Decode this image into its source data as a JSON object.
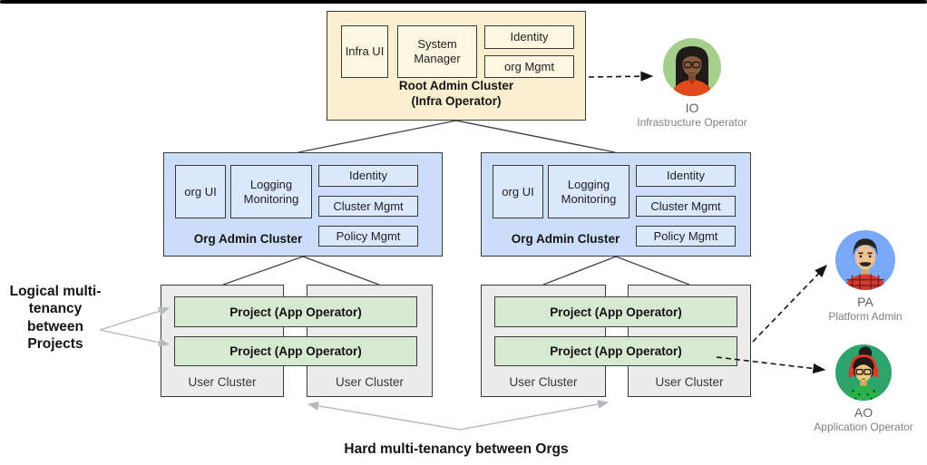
{
  "root_cluster": {
    "label": "Root Admin Cluster",
    "sublabel": "(Infra Operator)",
    "components": [
      "Infra UI",
      "System Manager",
      "Identity",
      "org Mgmt"
    ]
  },
  "org_clusters": [
    {
      "label": "Org Admin Cluster",
      "components": [
        "org UI",
        "Logging Monitoring",
        "Identity",
        "Cluster Mgmt",
        "Policy Mgmt"
      ]
    },
    {
      "label": "Org Admin Cluster",
      "components": [
        "org UI",
        "Logging Monitoring",
        "Identity",
        "Cluster Mgmt",
        "Policy Mgmt"
      ]
    }
  ],
  "user_groups": [
    {
      "projects": [
        "Project (App Operator)",
        "Project (App Operator)"
      ],
      "clusters": [
        "User Cluster",
        "User Cluster"
      ]
    },
    {
      "projects": [
        "Project (App Operator)",
        "Project  (App Operator)"
      ],
      "clusters": [
        "User Cluster",
        "User Cluster"
      ]
    }
  ],
  "annotations": {
    "left": "Logical multi-tenancy between Projects",
    "bottom": "Hard multi-tenancy between Orgs"
  },
  "personas": [
    {
      "initials": "IO",
      "role": "Infrastructure Operator"
    },
    {
      "initials": "PA",
      "role": "Platform Admin"
    },
    {
      "initials": "AO",
      "role": "Application Operator"
    }
  ],
  "colors": {
    "root_fill": "#FAEFCE",
    "root_component_fill": "#FDF6E0",
    "org_fill": "#CBDDF8",
    "org_component_fill": "#DCE8FB",
    "user_cluster_fill": "#ECECEC",
    "project_fill": "#D7E9D1",
    "box_border": "#3a3a38",
    "dashed_arrow": "#141414",
    "gray_arrow": "#b6b9bf",
    "io_avatar_bg": "#A4CE8C",
    "pa_avatar_bg": "#79A8F8",
    "ao_avatar_bg": "#2EA36B"
  }
}
